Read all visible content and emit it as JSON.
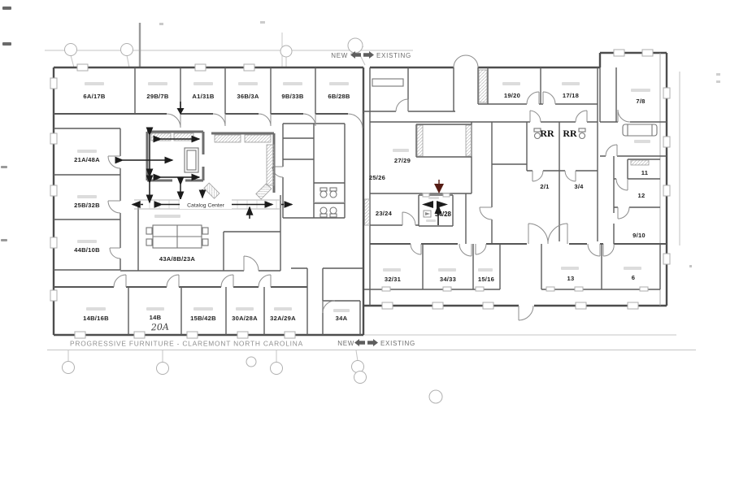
{
  "document": {
    "title_block": "PROGRESSIVE FURNITURE - CLAREMONT NORTH CAROLINA",
    "legend": {
      "new": "NEW",
      "existing": "EXISTING"
    },
    "annotations": {
      "catalog_center": "Catalog Center",
      "marker_label": "34/28",
      "handwritten_room": "20A"
    },
    "colors": {
      "marker_red": "#551c14",
      "wall": "#4d4d4d",
      "arrow": "#1b1b1b"
    },
    "rooms": {
      "top_row": [
        "6A/17B",
        "29B/7B",
        "A1/31B",
        "36B/3A",
        "9B/33B",
        "6B/28B"
      ],
      "left_column": [
        "21A/48A",
        "25B/32B",
        "44B/10B"
      ],
      "bottom_row": [
        "14B/16B",
        "14B",
        "15B/42B",
        "30A/28A",
        "32A/29A",
        "34A"
      ],
      "center": "43A/8B/23A",
      "right_top": [
        "19/20",
        "17/18",
        "7/8"
      ],
      "restrooms": [
        "RR",
        "RR"
      ],
      "right_mid": [
        "27/29",
        "25/26",
        "23/24",
        "2/1",
        "3/4",
        "11",
        "12",
        "9/10"
      ],
      "right_bottom": [
        "32/31",
        "34/33",
        "15/16",
        "13",
        "6"
      ]
    }
  }
}
